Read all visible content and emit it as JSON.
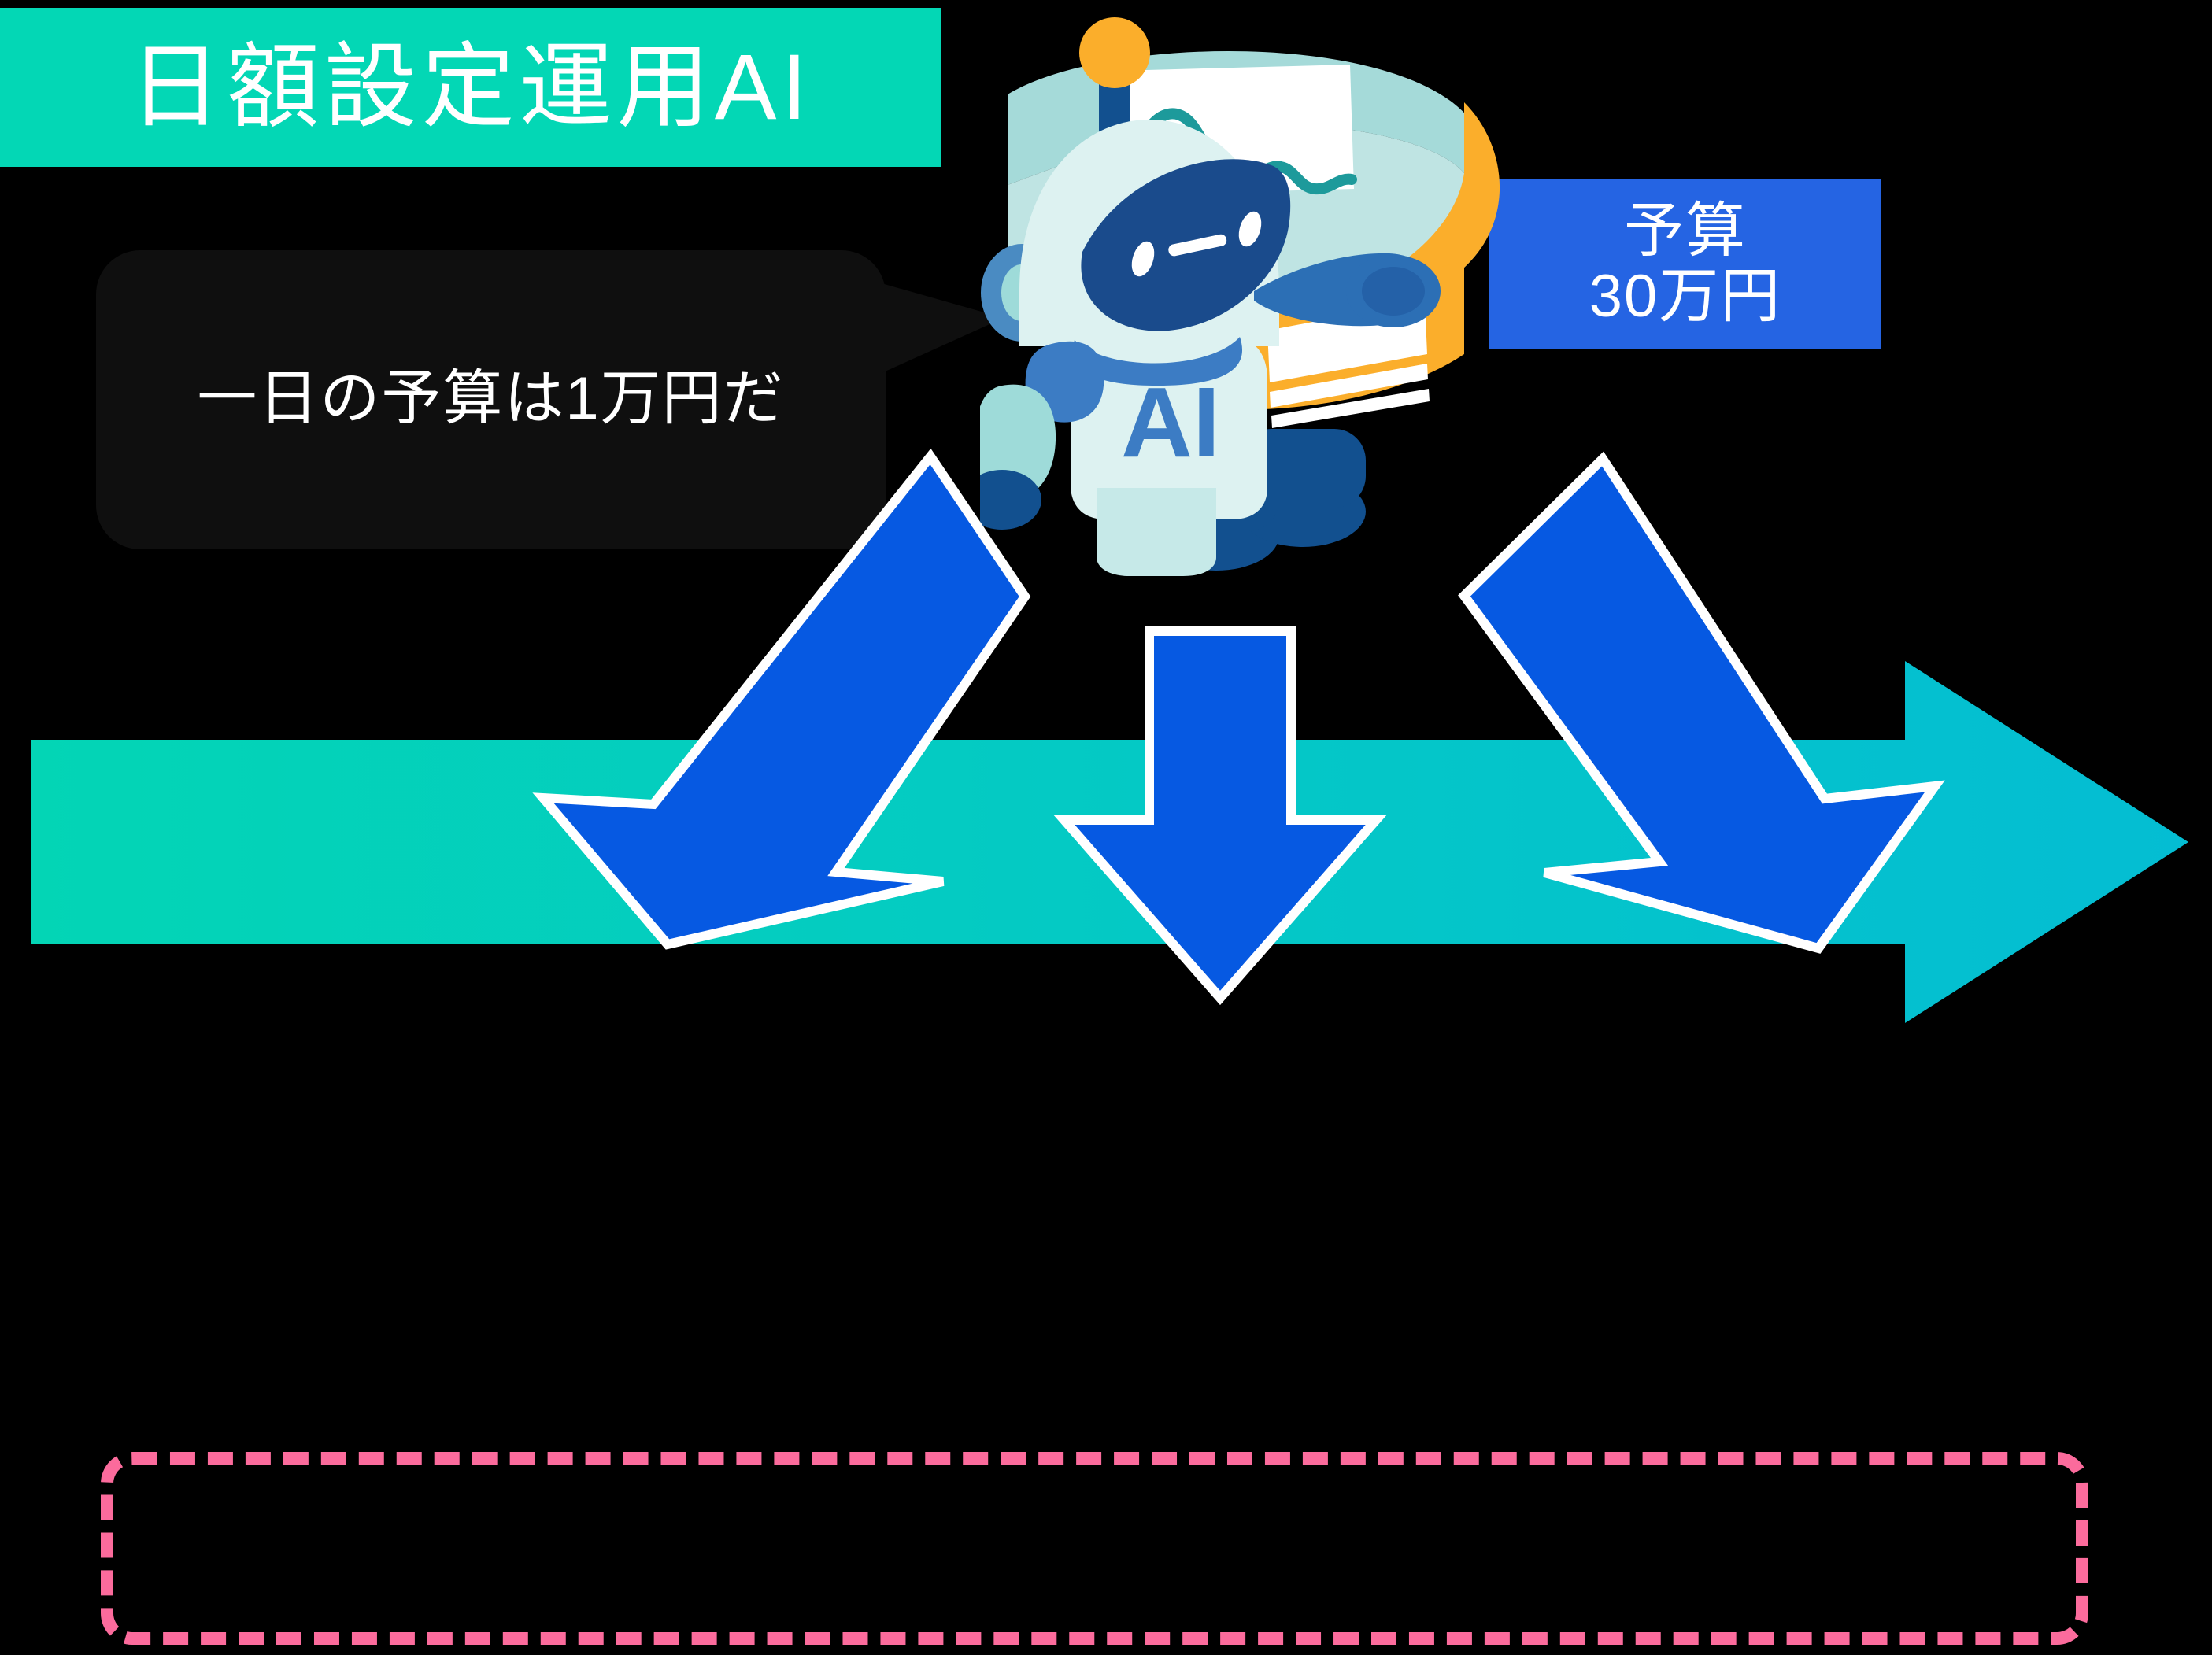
{
  "banner": {
    "title": "日額設定運用AI",
    "bg_color": "#03D7B5",
    "text_color": "#FFFFFF"
  },
  "speech_bubble": {
    "text": "一日の予算は1万円だ",
    "bg_color": "#0F0F0F",
    "text_color": "#FFFFFF"
  },
  "budget_box": {
    "label": "予算",
    "amount": "30万円",
    "bg_color": "#2564E3",
    "text_color": "#FFFFFF"
  },
  "robot": {
    "chest_label": "AI",
    "head_color": "#DDF2F1",
    "visor_color": "#1A4B8C",
    "antenna_ball_color": "#FBAE2B",
    "chest_text_color": "#3C7CC4",
    "arm_color": "#9EDBD9",
    "foot_color": "#12508F",
    "ribbon_top_color": "#A5DAD9",
    "ribbon_bottom_color": "#FBAE2B",
    "wave_line_color": "#1D9A9B"
  },
  "flow_arrow": {
    "gradient_start": "#03D5B5",
    "gradient_end": "#04BDD3",
    "direction": "right"
  },
  "blue_arrows": [
    {
      "name": "arrow-down-left",
      "direction": "down-left",
      "fill": "#0659E2",
      "outline": "#FFFFFF"
    },
    {
      "name": "arrow-down",
      "direction": "down",
      "fill": "#0659E2",
      "outline": "#FFFFFF"
    },
    {
      "name": "arrow-down-right",
      "direction": "down-right",
      "fill": "#0659E2",
      "outline": "#FFFFFF"
    }
  ],
  "note_box": {
    "border_color": "#FB6B9C",
    "border_style": "dashed",
    "content": ""
  },
  "background_color": "#000000"
}
